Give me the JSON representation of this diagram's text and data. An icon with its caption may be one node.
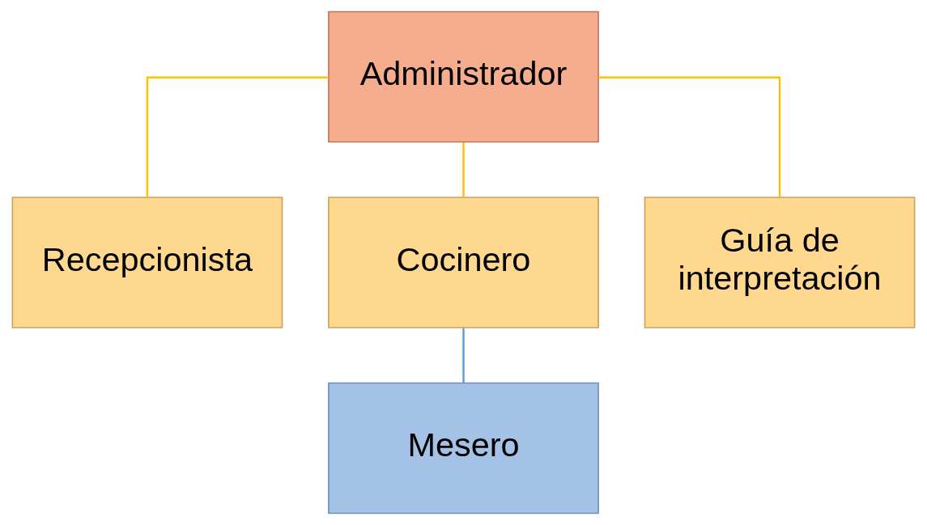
{
  "diagram": {
    "nodes": [
      {
        "text": [
          "Administrador"
        ]
      },
      {
        "text": [
          "Recepcionista"
        ]
      },
      {
        "text": [
          "Cocinero"
        ]
      },
      {
        "text": [
          "Guía de interpretación"
        ]
      },
      {
        "text": [
          "Mesero"
        ]
      }
    ],
    "edges": [
      {
        "from": 0,
        "to": 1,
        "arrow": "none"
      },
      {
        "from": 0,
        "to": 2,
        "arrow": "none"
      },
      {
        "from": 0,
        "to": 3,
        "arrow": "none"
      },
      {
        "from": 2,
        "to": 4,
        "arrow": "none",
        "color": "#5b9bd5"
      }
    ]
  }
}
